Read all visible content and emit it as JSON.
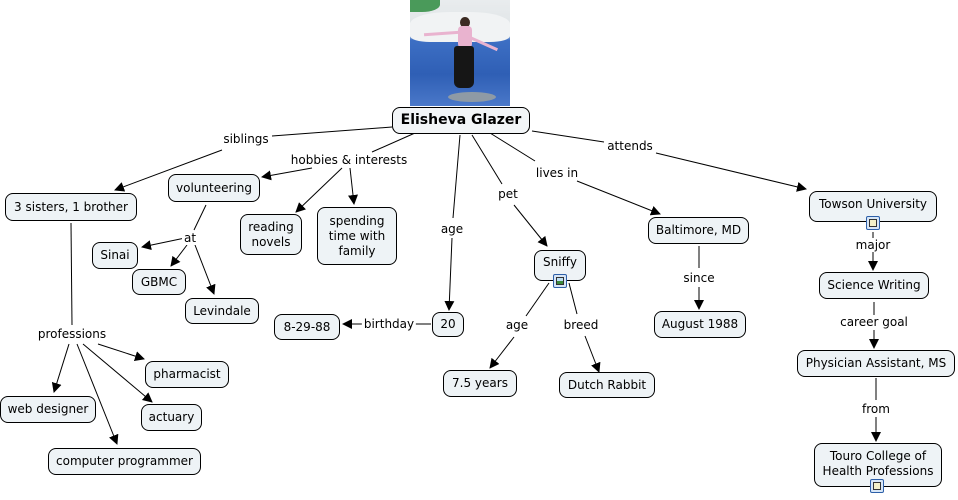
{
  "map": {
    "photo_alt": "photo of Elisheva Glazer",
    "nodes": {
      "root": "Elisheva Glazer",
      "siblings_value": "3 sisters, 1 brother",
      "volunteering": "volunteering",
      "reading": "reading\nnovels",
      "family": "spending\ntime with\nfamily",
      "sinai": "Sinai",
      "gbmc": "GBMC",
      "levindale": "Levindale",
      "birthdate": "8-29-88",
      "age_value": "20",
      "pet_name": "Sniffy",
      "pet_age": "7.5 years",
      "pet_breed": "Dutch Rabbit",
      "city": "Baltimore, MD",
      "since_value": "August 1988",
      "university": "Towson University",
      "major_value": "Science Writing",
      "career": "Physician Assistant, MS",
      "college": "Touro College of\nHealth Professions",
      "pharmacist": "pharmacist",
      "web_designer": "web designer",
      "actuary": "actuary",
      "programmer": "computer programmer"
    },
    "links": {
      "siblings": "siblings",
      "hobbies": "hobbies & interests",
      "at": "at",
      "professions": "professions",
      "age": "age",
      "birthday": "birthday",
      "pet": "pet",
      "pet_age": "age",
      "breed": "breed",
      "lives_in": "lives in",
      "since": "since",
      "attends": "attends",
      "major": "major",
      "career_goal": "career goal",
      "from": "from"
    },
    "icons": {
      "sniffy": "image-resource-icon",
      "towson": "document-resource-icon",
      "touro": "document-resource-icon"
    }
  }
}
